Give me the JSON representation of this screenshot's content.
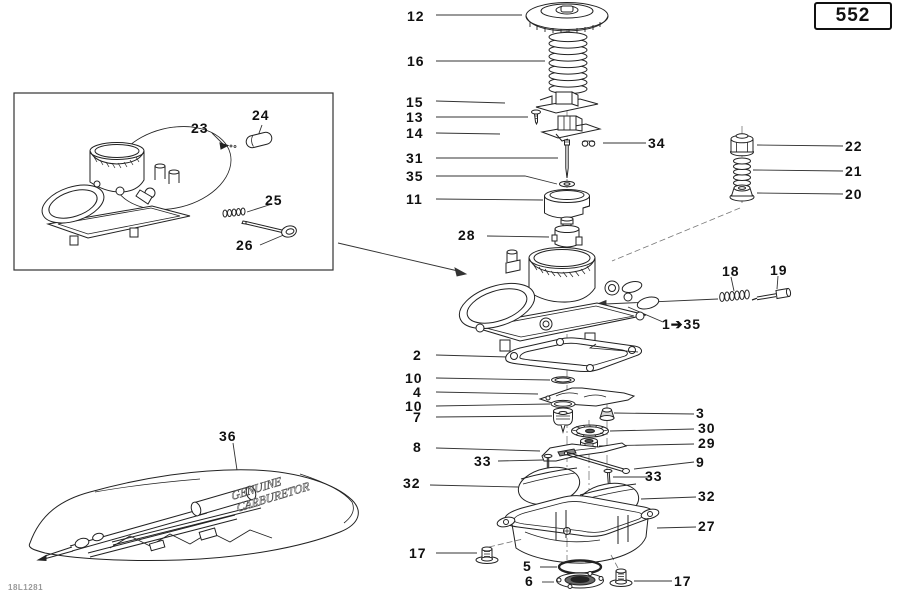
{
  "badge": {
    "model": "552"
  },
  "footer": {
    "code": "18L1281"
  },
  "bag": {
    "line1": "GENUINE",
    "line2": "CARBURETOR"
  },
  "callouts": [
    {
      "label": "12"
    },
    {
      "label": "16"
    },
    {
      "label": "15"
    },
    {
      "label": "13"
    },
    {
      "label": "14"
    },
    {
      "label": "34"
    },
    {
      "label": "31"
    },
    {
      "label": "35"
    },
    {
      "label": "11"
    },
    {
      "label": "28"
    },
    {
      "label": "22"
    },
    {
      "label": "21"
    },
    {
      "label": "20"
    },
    {
      "label": "23"
    },
    {
      "label": "24"
    },
    {
      "label": "25"
    },
    {
      "label": "26"
    },
    {
      "label": "18"
    },
    {
      "label": "19"
    },
    {
      "label": "1➔35"
    },
    {
      "label": "2"
    },
    {
      "label": "10"
    },
    {
      "label": "4"
    },
    {
      "label": "10"
    },
    {
      "label": "7"
    },
    {
      "label": "3"
    },
    {
      "label": "30"
    },
    {
      "label": "29"
    },
    {
      "label": "8"
    },
    {
      "label": "33"
    },
    {
      "label": "9"
    },
    {
      "label": "33"
    },
    {
      "label": "32"
    },
    {
      "label": "32"
    },
    {
      "label": "27"
    },
    {
      "label": "17"
    },
    {
      "label": "5"
    },
    {
      "label": "6"
    },
    {
      "label": "17"
    },
    {
      "label": "36"
    }
  ]
}
